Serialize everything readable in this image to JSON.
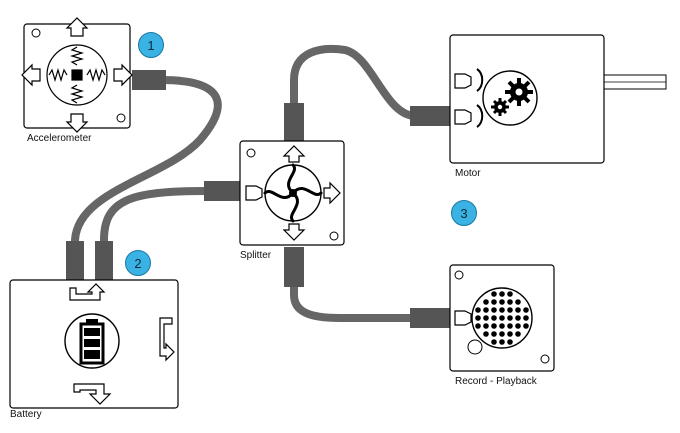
{
  "modules": {
    "accelerometer": {
      "label": "Accelerometer"
    },
    "battery": {
      "label": "Battery"
    },
    "splitter": {
      "label": "Splitter"
    },
    "motor": {
      "label": "Motor"
    },
    "record_playback": {
      "label": "Record - Playback"
    }
  },
  "badges": [
    "1",
    "2",
    "3"
  ],
  "colors": {
    "cable": "#666666",
    "connector": "#555555",
    "badge": "#3ab2e4",
    "outline": "#000000"
  },
  "icons": {
    "accelerometer": "spring-cross-icon",
    "battery": "battery-icon",
    "splitter": "fan-blade-icon",
    "motor": "gears-icon",
    "record_playback": "speaker-grille-icon"
  }
}
